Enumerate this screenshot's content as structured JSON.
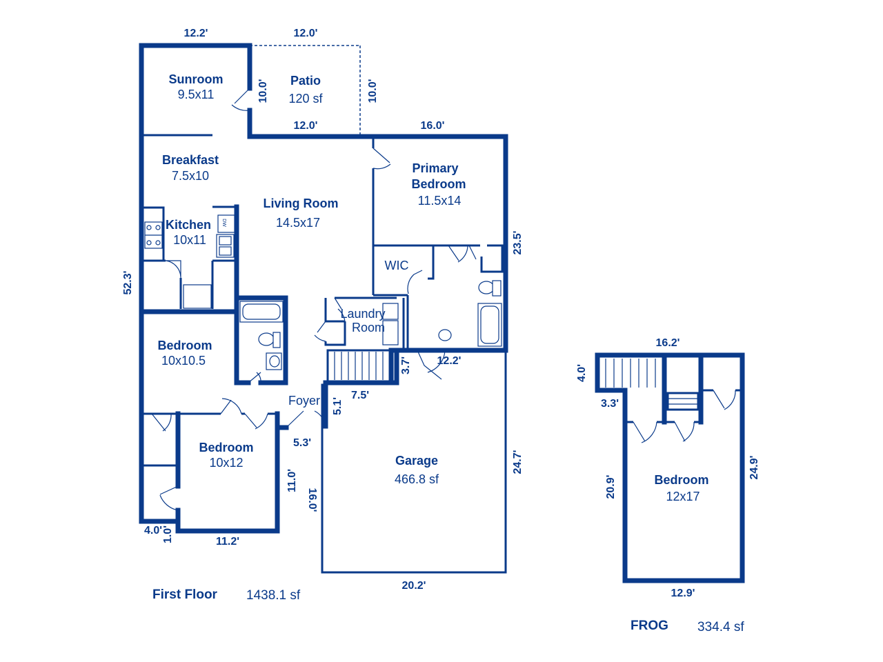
{
  "rooms": {
    "sunroom": {
      "name": "Sunroom",
      "size": "9.5x11"
    },
    "patio": {
      "name": "Patio",
      "size": "120 sf"
    },
    "breakfast": {
      "name": "Breakfast",
      "size": "7.5x10"
    },
    "living": {
      "name": "Living Room",
      "size": "14.5x17"
    },
    "primary": {
      "name_1": "Primary",
      "name_2": "Bedroom",
      "size": "11.5x14"
    },
    "kitchen": {
      "name": "Kitchen",
      "size": "10x11"
    },
    "wic": {
      "name": "WIC"
    },
    "laundry": {
      "name_1": "Laundry",
      "name_2": "Room"
    },
    "bedroom_a": {
      "name": "Bedroom",
      "size": "10x10.5"
    },
    "bedroom_b": {
      "name": "Bedroom",
      "size": "10x12"
    },
    "foyer": {
      "name": "Foyer"
    },
    "garage": {
      "name": "Garage",
      "size": "466.8 sf"
    },
    "frog_bedroom": {
      "name": "Bedroom",
      "size": "12x17"
    }
  },
  "dimensions": {
    "top_left": "12.2'",
    "top_patio": "12.0'",
    "sunroom_right": "10.0'",
    "patio_right": "10.0'",
    "patio_bottom": "12.0'",
    "primary_top": "16.0'",
    "right_upper": "23.5'",
    "left_side": "52.3'",
    "step_3_7": "3.7'",
    "step_12_2": "12.2'",
    "step_7_5": "7.5'",
    "step_5_1": "5.1'",
    "step_5_3": "5.3'",
    "garage_right": "24.7'",
    "garage_bottom": "20.2'",
    "garage_left": "16.0'",
    "bedroom_right": "11.0'",
    "bottom_4_0": "4.0'",
    "bottom_1_0": "1.0'",
    "bottom_11_2": "11.2'",
    "frog_top": "16.2'",
    "frog_4_0": "4.0'",
    "frog_3_3": "3.3'",
    "frog_left": "20.9'",
    "frog_right": "24.9'",
    "frog_bottom": "12.9'"
  },
  "fixtures": {
    "dishwasher": "DW"
  },
  "floors": {
    "first": {
      "name": "First Floor",
      "area": "1438.1 sf"
    },
    "frog": {
      "name": "FROG",
      "area": "334.4 sf"
    }
  },
  "colors": {
    "wall": "#0a3a8a",
    "background": "#ffffff"
  }
}
